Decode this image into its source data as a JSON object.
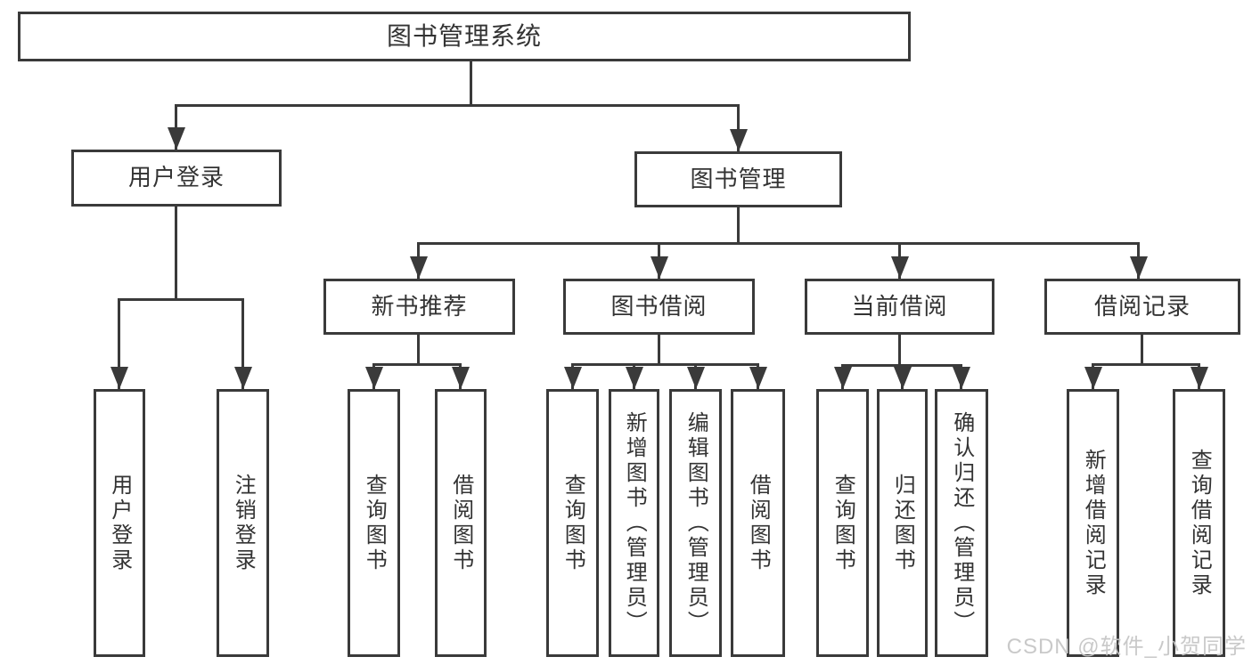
{
  "colors": {
    "line": "#3a3a3a",
    "text": "#333333",
    "background": "#ffffff",
    "watermark": "#c6c6c6"
  },
  "tree": {
    "label": "图书管理系统",
    "children": [
      {
        "label": "用户登录",
        "children": [
          {
            "label": "用户登录"
          },
          {
            "label": "注销登录"
          }
        ]
      },
      {
        "label": "图书管理",
        "children": [
          {
            "label": "新书推荐",
            "children": [
              {
                "label": "查询图书"
              },
              {
                "label": "借阅图书"
              }
            ]
          },
          {
            "label": "图书借阅",
            "children": [
              {
                "label": "查询图书"
              },
              {
                "label": "新增图书（管理员）"
              },
              {
                "label": "编辑图书（管理员）"
              },
              {
                "label": "借阅图书"
              }
            ]
          },
          {
            "label": "当前借阅",
            "children": [
              {
                "label": "查询图书"
              },
              {
                "label": "归还图书"
              },
              {
                "label": "确认归还（管理员）"
              }
            ]
          },
          {
            "label": "借阅记录",
            "children": [
              {
                "label": "新增借阅记录"
              },
              {
                "label": "查询借阅记录"
              }
            ]
          }
        ]
      }
    ]
  },
  "watermark": {
    "text": "CSDN @软件_小贺同学"
  }
}
